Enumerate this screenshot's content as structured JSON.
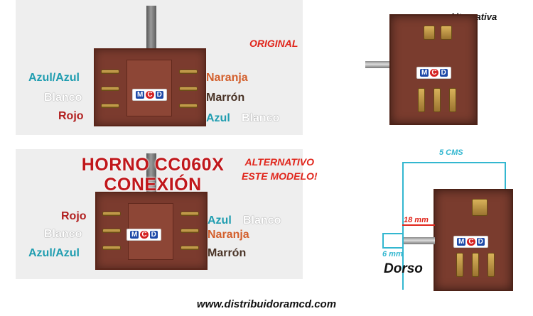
{
  "colors": {
    "accent_red": "#e0251b",
    "label_blue": "#1f9db0",
    "label_red": "#b11f1f",
    "label_orange": "#d35f2c",
    "label_brown": "#4a3427",
    "dimension_cyan": "#33b7d0",
    "switch_brown": "#7b3b2e"
  },
  "original": {
    "tag": "ORIGINAL",
    "left_labels": [
      "Azul/Azul",
      "Blanco",
      "Rojo"
    ],
    "right_labels": [
      "Naranja",
      "Marrón"
    ],
    "right_blue": "Azul",
    "right_white": "Blanco",
    "logo": [
      "M",
      "C",
      "D"
    ]
  },
  "alternative": {
    "title_line1": "HORNO CC060X",
    "title_line2": "CONEXIÓN",
    "note_line1": "ALTERNATIVO",
    "note_line2": "ESTE MODELO!",
    "left_labels": [
      "Rojo",
      "Blanco",
      "Azul/Azul"
    ],
    "right_blue": "Azul",
    "right_white": "Blanco",
    "right_labels": [
      "Naranja",
      "Marrón"
    ],
    "logo": [
      "M",
      "C",
      "D"
    ]
  },
  "side_top": {
    "title": "Alternativa",
    "logo": [
      "M",
      "C",
      "D"
    ]
  },
  "side_bottom": {
    "dim_width": "5 CMS",
    "dim_depth": "18 mm",
    "dim_shaft": "6 mm",
    "caption": "Dorso",
    "logo": [
      "M",
      "C",
      "D"
    ]
  },
  "footer": {
    "website": "www.distribuidoramcd.com"
  }
}
